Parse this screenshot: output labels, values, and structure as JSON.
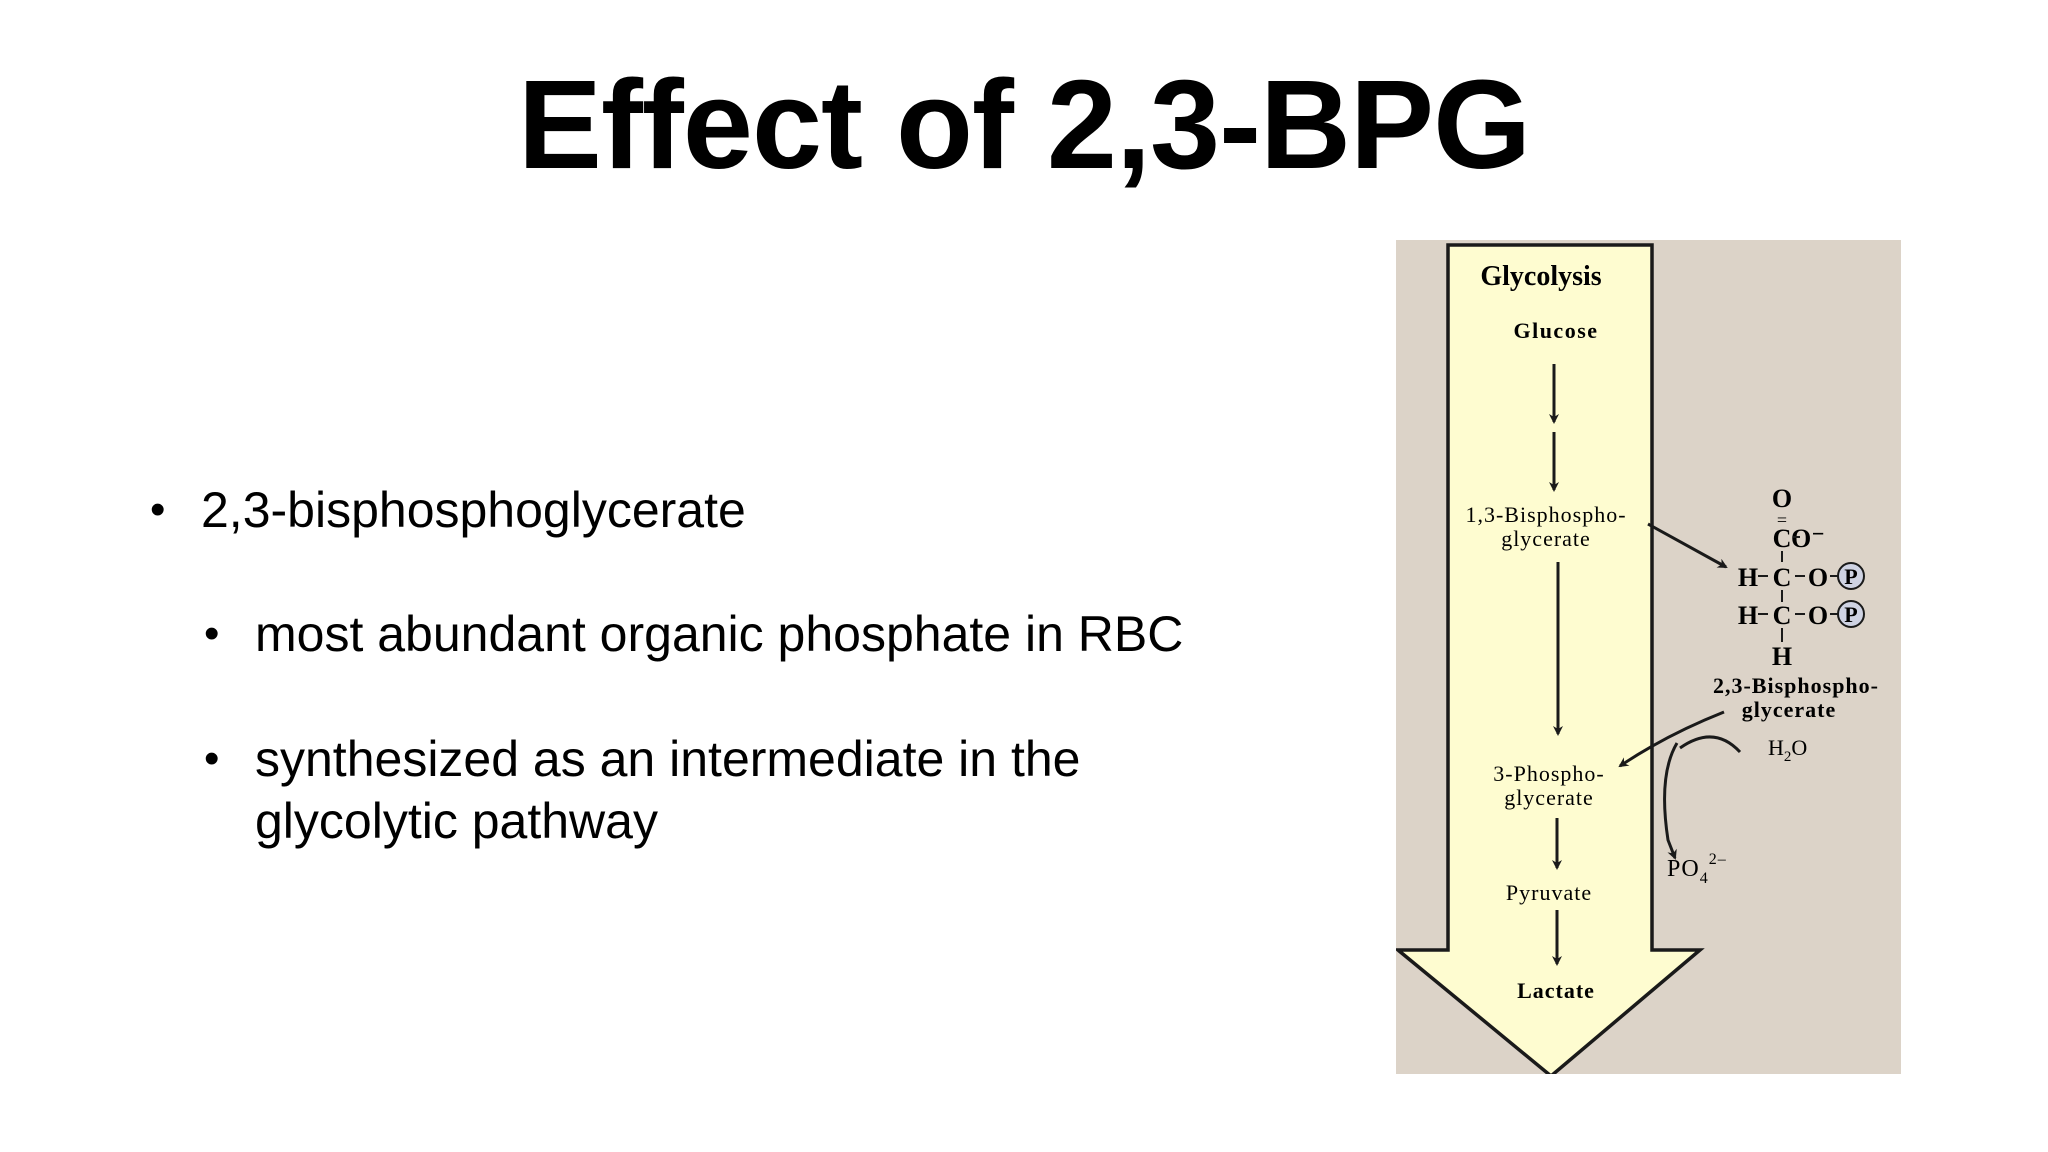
{
  "slide": {
    "title": "Effect of 2,3-BPG",
    "bullets": [
      {
        "level": 1,
        "text": "2,3-bisphosphoglycerate"
      },
      {
        "level": 2,
        "text": "most abundant organic phosphate in RBC"
      },
      {
        "level": 2,
        "text": "synthesized as an intermediate in the glycolytic pathway"
      }
    ]
  },
  "figure": {
    "colors": {
      "background": "#dcd3c8",
      "arrow_fill": "#fefcd0",
      "stroke": "#1a1a1a"
    },
    "pathway_title": "Glycolysis",
    "steps": {
      "glucose": "Glucose",
      "bpg13_line1": "1,3-Bisphospho-",
      "bpg13_line2": "glycerate",
      "pg3_line1": "3-Phospho-",
      "pg3_line2": "glycerate",
      "pyruvate": "Pyruvate",
      "lactate": "Lactate"
    },
    "structure": {
      "atoms": {
        "o_top": "O",
        "eq": "=",
        "c1": "C",
        "o_minus": "O⁻",
        "h2": "H",
        "c2": "C",
        "o2": "O",
        "p2": "P",
        "h3": "H",
        "c3": "C",
        "o3": "O",
        "p3": "P",
        "h_bottom": "H"
      },
      "label_line1": "2,3-Bisphospho-",
      "label_line2": "glycerate"
    },
    "water": {
      "main": "H",
      "sub": "2",
      "tail": "O"
    },
    "phosphate": {
      "main": "PO",
      "sub": "4",
      "sup": "2–"
    }
  }
}
